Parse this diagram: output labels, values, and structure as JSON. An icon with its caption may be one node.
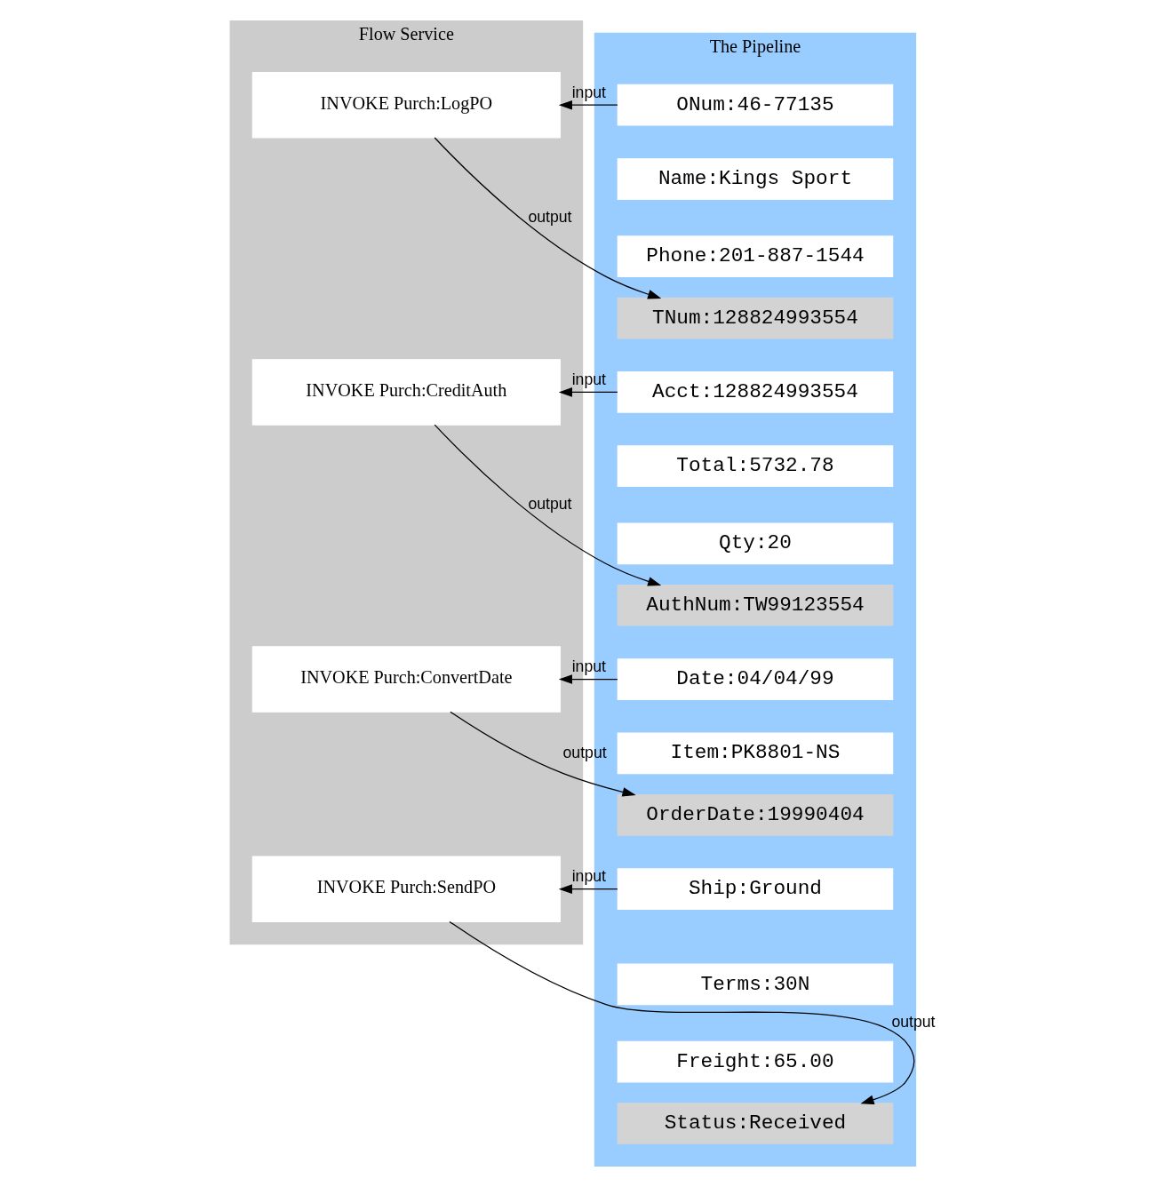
{
  "diagram": {
    "nodes": [
      {
        "text": [
          "Flow Service"
        ]
      },
      {
        "text": [
          "INVOKE Purch:LogPO"
        ],
        "in": 0
      },
      {
        "text": [
          "INVOKE Purch:CreditAuth"
        ],
        "in": 0
      },
      {
        "text": [
          "INVOKE Purch:ConvertDate"
        ],
        "in": 0
      },
      {
        "text": [
          "INVOKE Purch:SendPO"
        ],
        "in": 0
      },
      {
        "text": [
          "The Pipeline"
        ]
      },
      {
        "text": [
          "ONum:46-77135"
        ],
        "in": 5
      },
      {
        "text": [
          "Name:Kings Sport"
        ],
        "in": 5
      },
      {
        "text": [
          "Phone:201-887-1544"
        ],
        "in": 5
      },
      {
        "text": [
          "TNum:128824993554"
        ],
        "in": 5
      },
      {
        "text": [
          "Acct:128824993554"
        ],
        "in": 5
      },
      {
        "text": [
          "Total:5732.78"
        ],
        "in": 5
      },
      {
        "text": [
          "Qty:20"
        ],
        "in": 5
      },
      {
        "text": [
          "AuthNum:TW99123554"
        ],
        "in": 5
      },
      {
        "text": [
          "Date:04/04/99"
        ],
        "in": 5
      },
      {
        "text": [
          "Item:PK8801-NS"
        ],
        "in": 5
      },
      {
        "text": [
          "OrderDate:19990404"
        ],
        "in": 5
      },
      {
        "text": [
          "Ship:Ground"
        ],
        "in": 5
      },
      {
        "text": [
          "Terms:30N"
        ],
        "in": 5
      },
      {
        "text": [
          "Freight:65.00"
        ],
        "in": 5
      },
      {
        "text": [
          "Status:Received"
        ],
        "in": 5
      }
    ],
    "edges": [
      {
        "from": 6,
        "to": 1,
        "arrow": "to",
        "label": "input"
      },
      {
        "from": 1,
        "to": 9,
        "arrow": "to",
        "label": "output"
      },
      {
        "from": 10,
        "to": 2,
        "arrow": "to",
        "label": "input"
      },
      {
        "from": 2,
        "to": 13,
        "arrow": "to",
        "label": "output"
      },
      {
        "from": 14,
        "to": 3,
        "arrow": "to",
        "label": "input"
      },
      {
        "from": 3,
        "to": 16,
        "arrow": "to",
        "label": "output"
      },
      {
        "from": 17,
        "to": 4,
        "arrow": "to",
        "label": "input"
      },
      {
        "from": 4,
        "to": 20,
        "arrow": "to",
        "label": "output"
      }
    ]
  }
}
